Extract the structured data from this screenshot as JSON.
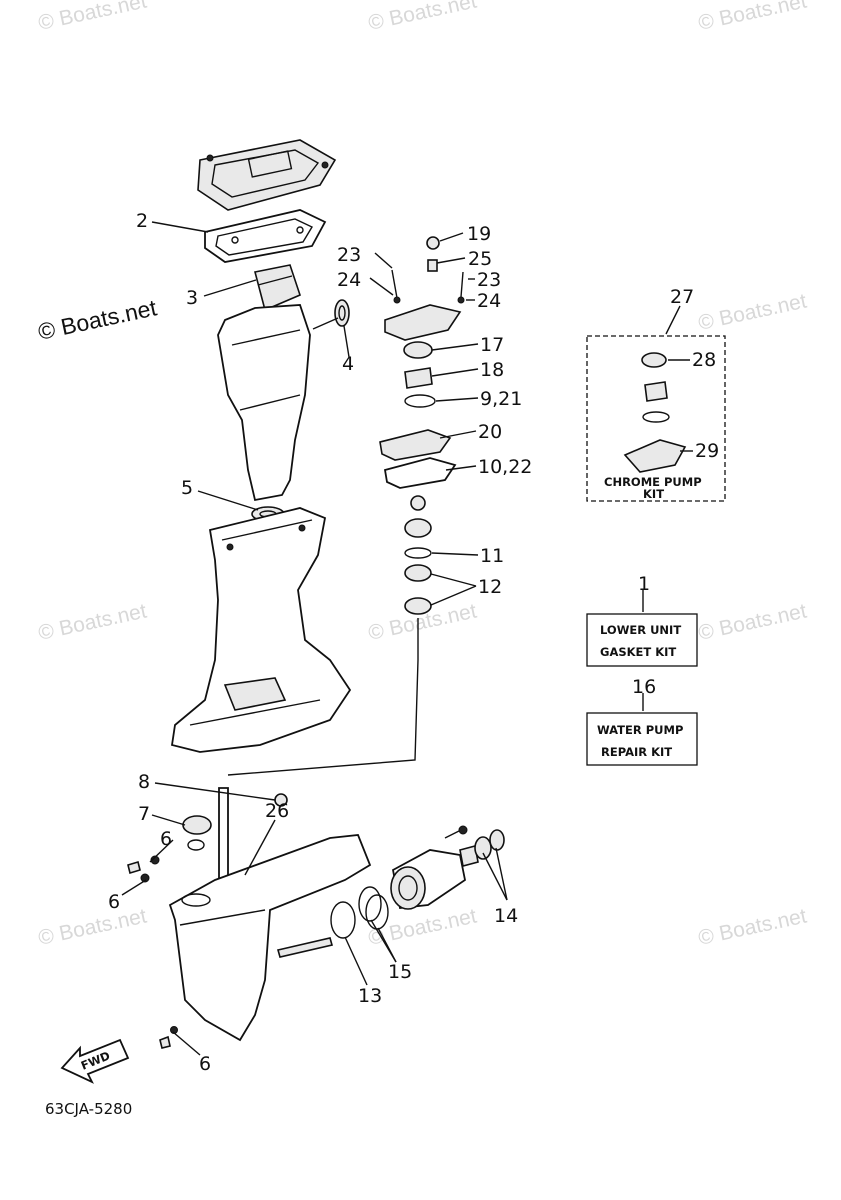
{
  "watermark": "© Boats.net",
  "diagram_code": "63CJA-5280",
  "callouts": {
    "c2": "2",
    "c3": "3",
    "c4": "4",
    "c5": "5",
    "c6a": "6",
    "c6b": "6",
    "c6c": "6",
    "c7": "7",
    "c8": "8",
    "c9_21": "9,21",
    "c10_22": "10,22",
    "c11": "11",
    "c12": "12",
    "c13": "13",
    "c14": "14",
    "c15": "15",
    "c17": "17",
    "c18": "18",
    "c19": "19",
    "c20": "20",
    "c23a": "23",
    "c23b": "23",
    "c24a": "24",
    "c24b": "24",
    "c25": "25",
    "c26": "26",
    "c27": "27",
    "c28": "28",
    "c29": "29",
    "c1": "1",
    "c16": "16"
  },
  "kits": {
    "chrome_pump_line1": "CHROME PUMP",
    "chrome_pump_line2": "KIT",
    "lower_unit_line1": "LOWER UNIT",
    "lower_unit_line2": "GASKET KIT",
    "water_pump_line1": "WATER PUMP",
    "water_pump_line2": "REPAIR KIT"
  },
  "fwd_label": "FWD"
}
